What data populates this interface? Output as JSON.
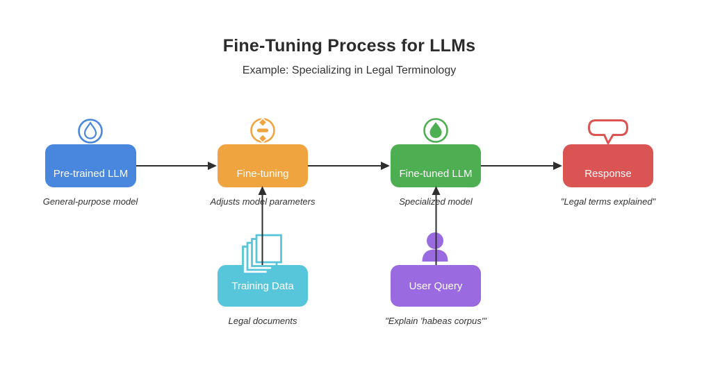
{
  "title": "Fine-Tuning Process for LLMs",
  "subtitle": "Example: Specializing in Legal Terminology",
  "colors": {
    "blue": "#4987DE",
    "orange": "#F0A440",
    "green": "#4DAE52",
    "red": "#D95452",
    "cyan": "#57C6DB",
    "purple": "#9A6BE0",
    "arrow": "#2E2E2E",
    "title_text": "#2B2B2B",
    "caption_text": "#333333",
    "node_label_text": "#FFFFFF"
  },
  "nodes": [
    {
      "id": "pretrained-llm",
      "label": "Pre-trained LLM",
      "caption": "General-purpose model",
      "color": "#4987DE",
      "icon": "droplet-outline-icon"
    },
    {
      "id": "fine-tuning",
      "label": "Fine-tuning",
      "caption": "Adjusts model parameters",
      "color": "#F0A440",
      "icon": "adjust-tuning-icon"
    },
    {
      "id": "fine-tuned-llm",
      "label": "Fine-tuned LLM",
      "caption": "Specialized model",
      "color": "#4DAE52",
      "icon": "droplet-filled-icon"
    },
    {
      "id": "response",
      "label": "Response",
      "caption": "\"Legal terms explained\"",
      "color": "#D95452",
      "icon": "speech-bubble-icon"
    },
    {
      "id": "training-data",
      "label": "Training Data",
      "caption": "Legal documents",
      "color": "#57C6DB",
      "icon": "documents-stack-icon"
    },
    {
      "id": "user-query",
      "label": "User Query",
      "caption": "\"Explain 'habeas corpus'\"",
      "color": "#9A6BE0",
      "icon": "user-person-icon"
    }
  ],
  "arrows": [
    {
      "from": "pretrained-llm",
      "to": "fine-tuning",
      "direction": "right"
    },
    {
      "from": "fine-tuning",
      "to": "fine-tuned-llm",
      "direction": "right"
    },
    {
      "from": "fine-tuned-llm",
      "to": "response",
      "direction": "right"
    },
    {
      "from": "training-data",
      "to": "fine-tuning",
      "direction": "up"
    },
    {
      "from": "user-query",
      "to": "fine-tuned-llm",
      "direction": "up"
    }
  ]
}
